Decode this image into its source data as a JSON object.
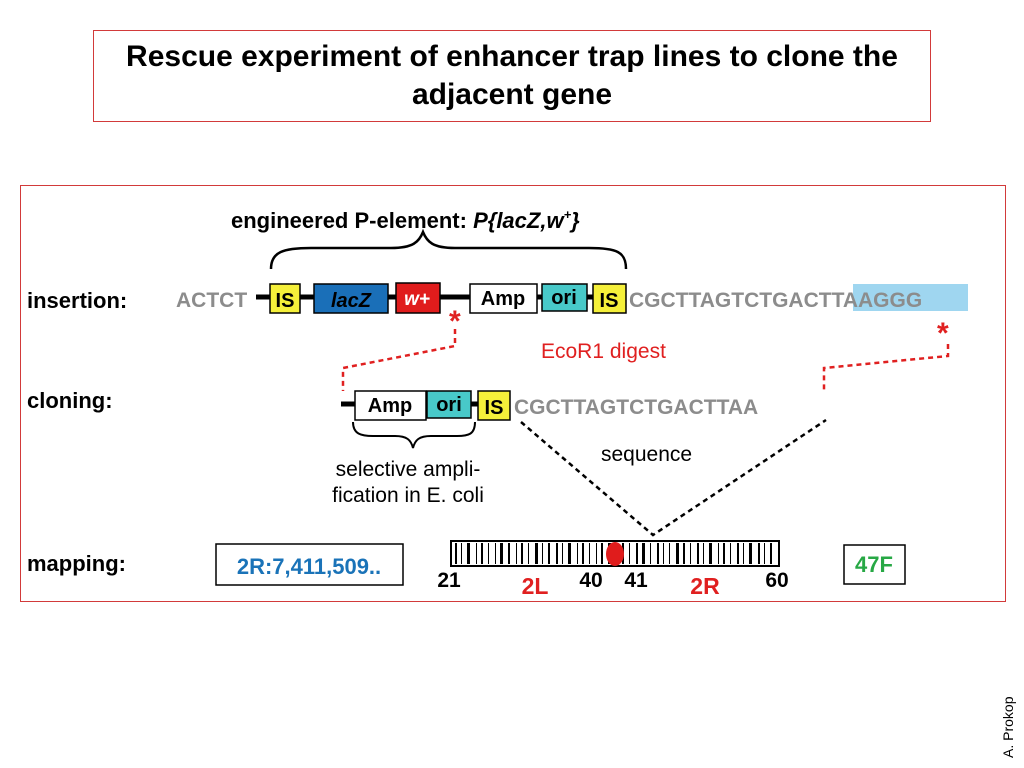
{
  "title": "Rescue experiment of enhancer trap lines to clone the adjacent gene",
  "header": {
    "prefix": "engineered P-element: ",
    "construct": "P{lacZ,w",
    "superscript": "+",
    "close": "}"
  },
  "rows": {
    "insertion": "insertion:",
    "cloning": "cloning:",
    "mapping": "mapping:"
  },
  "insertion": {
    "seq_left": "ACTCT",
    "blocks": {
      "is_left": "IS",
      "lacz": "lacZ",
      "white": "w+",
      "amp": "Amp",
      "ori": "ori",
      "is_right": "IS"
    },
    "seq_right_a": "CGCTTAGTCTGA",
    "seq_site": "CTTAAG",
    "seq_right_b": "GG"
  },
  "digest": {
    "asterisk": "*",
    "label": "EcoR1 digest"
  },
  "cloning": {
    "blocks": {
      "amp": "Amp",
      "ori": "ori",
      "is": "IS"
    },
    "sequence": "CGCTTAGTCTGACTTAA",
    "selection_line1": "selective ampli-",
    "selection_line2": "fication in E. coli",
    "sequence_label": "sequence"
  },
  "mapping": {
    "coordinate": "2R:7,411,509..",
    "band": "47F",
    "ticks": {
      "t21": "21",
      "t40": "40",
      "t41": "41",
      "t60": "60"
    },
    "arms": {
      "left": "2L",
      "right": "2R"
    }
  },
  "credit": "A. Prokop",
  "colors": {
    "frame": "#d23a3a",
    "accent_red": "#e02020",
    "is_yellow": "#f5f03a",
    "lacz_blue": "#1a6fb8",
    "white_red": "#e01c1c",
    "ori_teal": "#48c9c9",
    "site_highlight": "#9fd6f0",
    "sequence_gray": "#8c8c8c",
    "coordinate_blue": "#1a73b8",
    "band_green": "#27a845"
  }
}
